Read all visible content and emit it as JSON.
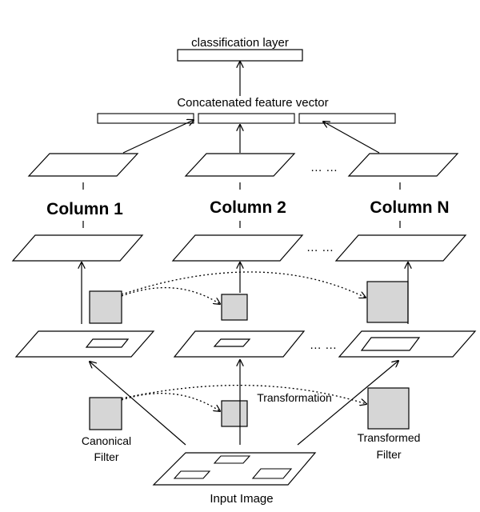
{
  "labels": {
    "classification_layer": "classification layer",
    "concat_vector": "Concatenated feature vector",
    "transformation": "Transformation",
    "canonical_filter": [
      "Canonical",
      "Filter"
    ],
    "transformed_filter": [
      "Transformed",
      "Filter"
    ],
    "input_image": "Input Image",
    "ellipsis": "… …"
  },
  "columns": [
    "Column 1",
    "Column 2",
    "Column N"
  ],
  "colors": {
    "stroke": "#000000",
    "filter_fill": "#d6d6d6",
    "background": "#ffffff"
  }
}
